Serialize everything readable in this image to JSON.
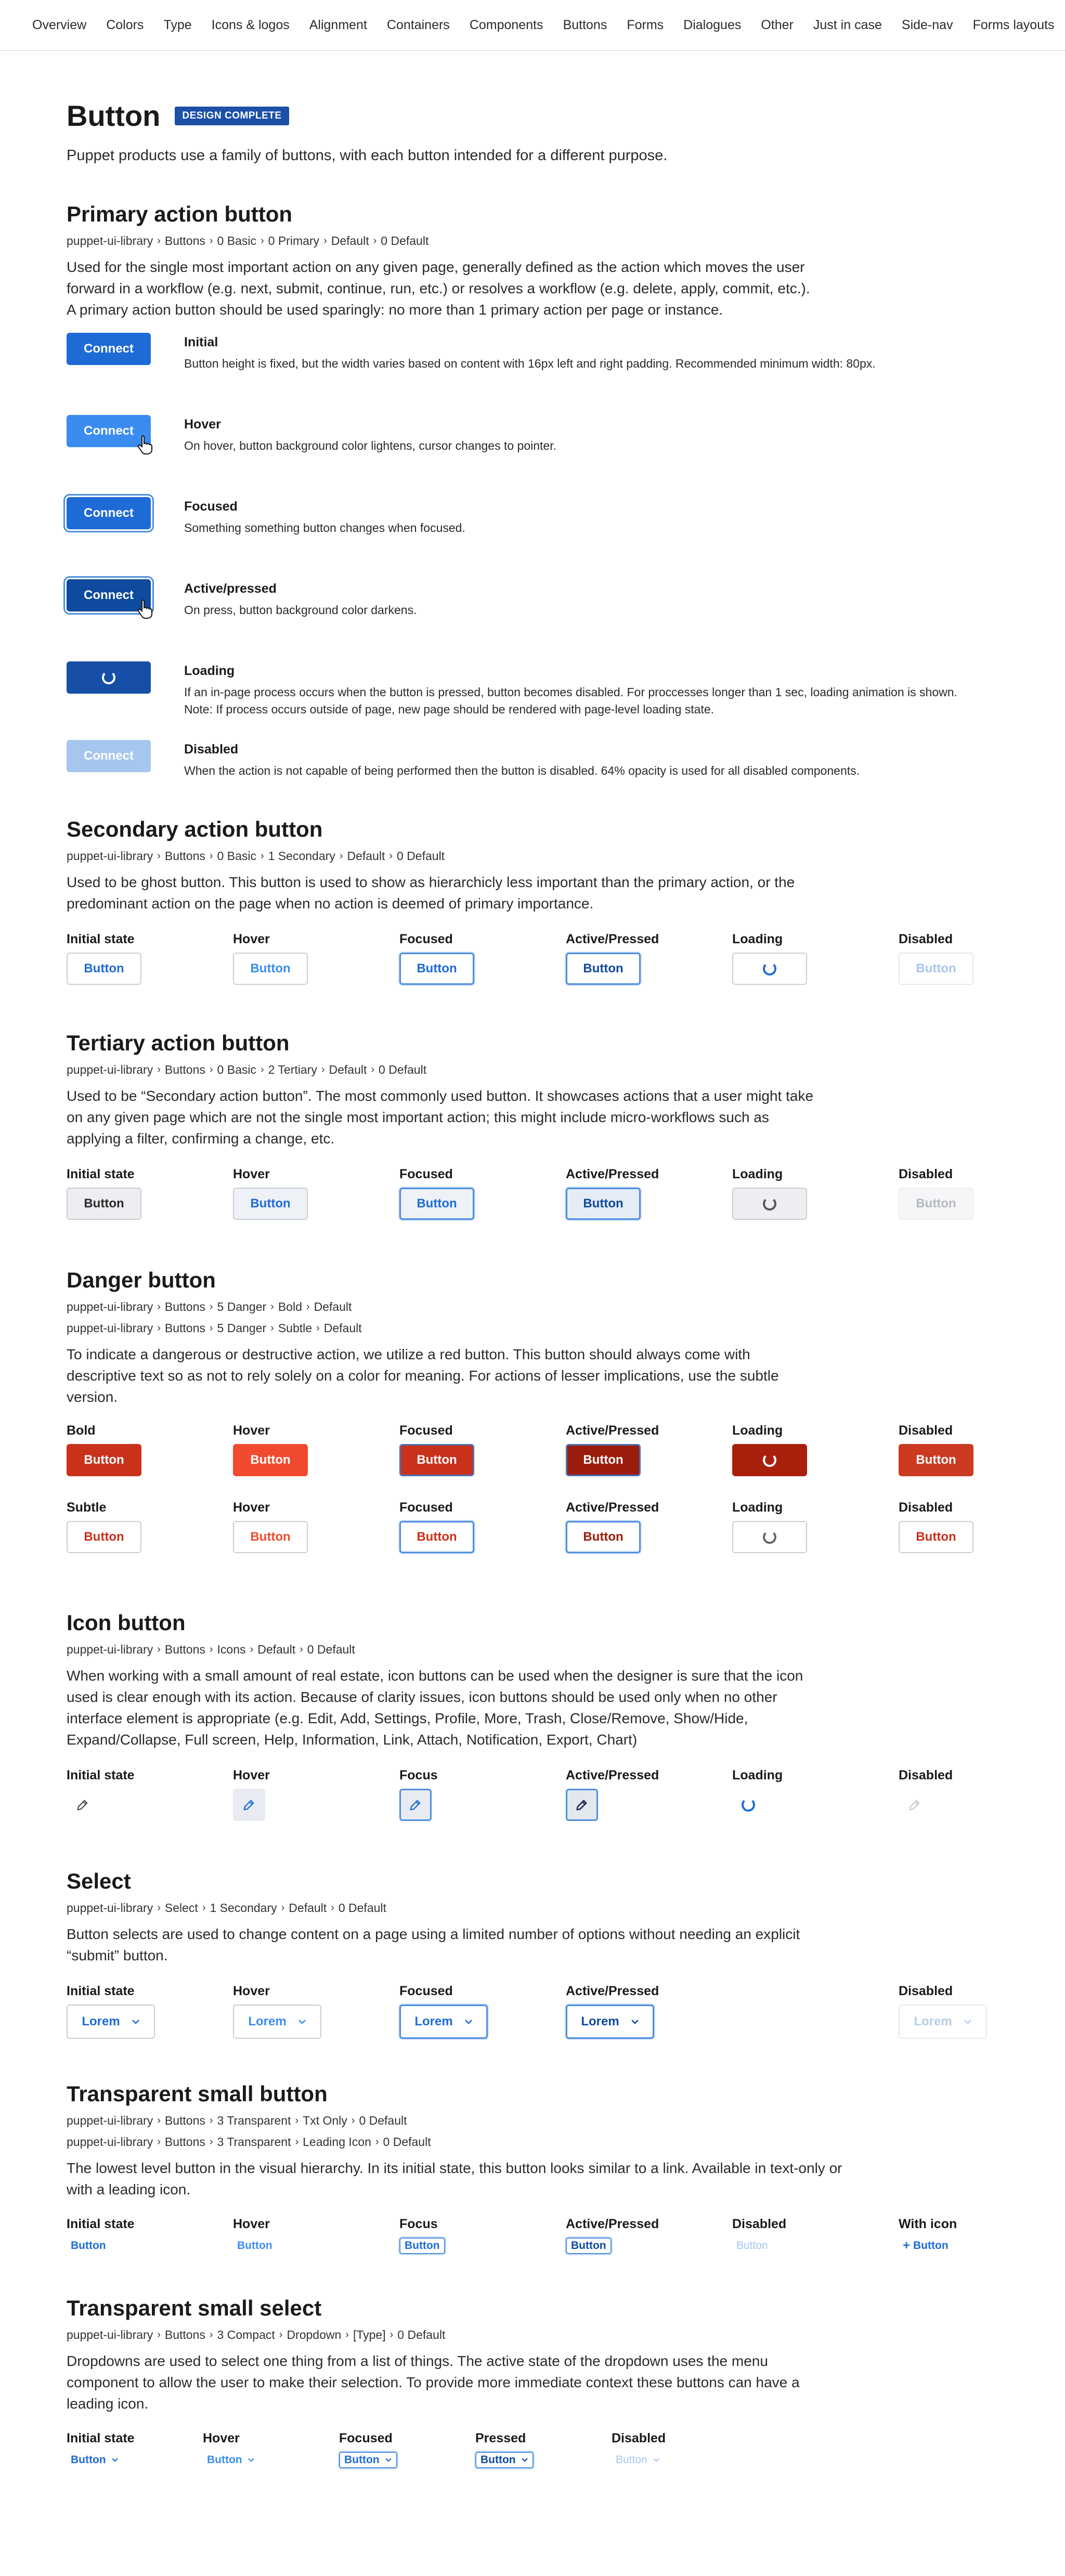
{
  "nav": {
    "items": [
      "Overview",
      "Colors",
      "Type",
      "Icons & logos",
      "Alignment",
      "Containers",
      "Components",
      "Buttons",
      "Forms",
      "Dialogues",
      "Other",
      "Just in case",
      "Side-nav",
      "Forms layouts"
    ]
  },
  "header": {
    "title": "Button",
    "badge": "DESIGN COMPLETE",
    "lead": "Puppet products use a family of buttons, with each button intended for a different purpose."
  },
  "colors": {
    "primary": "#1e6bd6",
    "primary_hover": "#3a8cf0",
    "primary_active": "#0e4a9e",
    "danger": "#c9311b",
    "danger_hover": "#f24a2f",
    "danger_active": "#9b1c0c",
    "focus_ring": "#4d8fe0"
  },
  "primary": {
    "title": "Primary action button",
    "crumb": [
      "puppet-ui-library",
      "Buttons",
      "0 Basic",
      "0 Primary",
      "Default",
      "0 Default"
    ],
    "desc": "Used for the single most important action on any given page, generally defined as the action which moves the user forward in a workflow (e.g. next, submit, continue, run, etc.) or resolves a workflow (e.g. delete, apply, commit, etc.). A primary action button should be used sparingly: no more than 1 primary action per page or instance.",
    "button_label": "Connect",
    "rows": [
      {
        "state": "Initial",
        "desc": "Button height is fixed, but the width varies based on content with 16px left and right padding. Recommended minimum width: 80px."
      },
      {
        "state": "Hover",
        "desc": "On hover, button background color lightens, cursor changes to pointer."
      },
      {
        "state": "Focused",
        "desc": "Something something button changes when focused."
      },
      {
        "state": "Active/pressed",
        "desc": "On press, button background color darkens."
      },
      {
        "state": "Loading",
        "desc": "If an in-page process occurs when the button is pressed, button becomes disabled. For proccesses longer than 1 sec, loading animation is shown. Note: If process occurs outside of page, new page should be rendered with page-level loading state."
      },
      {
        "state": "Disabled",
        "desc": "When the action is not capable of being performed then the button is disabled. 64% opacity is used for all disabled components."
      }
    ]
  },
  "secondary": {
    "title": "Secondary action button",
    "crumb": [
      "puppet-ui-library",
      "Buttons",
      "0 Basic",
      "1 Secondary",
      "Default",
      "0 Default"
    ],
    "desc": "Used to be ghost button. This button is used to show as hierarchicly less important than the primary action, or the predominant action on the page when no action is deemed of primary importance.",
    "states": [
      "Initial state",
      "Hover",
      "Focused",
      "Active/Pressed",
      "Loading",
      "Disabled"
    ],
    "button_label": "Button"
  },
  "tertiary": {
    "title": "Tertiary action button",
    "crumb": [
      "puppet-ui-library",
      "Buttons",
      "0 Basic",
      "2 Tertiary",
      "Default",
      "0 Default"
    ],
    "desc": "Used to be “Secondary action button”. The most commonly used button. It showcases actions that a user might take on any given page which are not the single most important action; this might include micro-workflows such as applying a filter, confirming a change, etc.",
    "states": [
      "Initial state",
      "Hover",
      "Focused",
      "Active/Pressed",
      "Loading",
      "Disabled"
    ],
    "button_label": "Button"
  },
  "danger": {
    "title": "Danger button",
    "crumb1": [
      "puppet-ui-library",
      "Buttons",
      "5 Danger",
      "Bold",
      "Default"
    ],
    "crumb2": [
      "puppet-ui-library",
      "Buttons",
      "5 Danger",
      "Subtle",
      "Default"
    ],
    "desc": "To indicate a dangerous or destructive action, we utilize a red button. This button should always come with descriptive text so as not to rely solely on a color for meaning. For actions of lesser implications, use the subtle version.",
    "bold_states": [
      "Bold",
      "Hover",
      "Focused",
      "Active/Pressed",
      "Loading",
      "Disabled"
    ],
    "subtle_states": [
      "Subtle",
      "Hover",
      "Focused",
      "Active/Pressed",
      "Loading",
      "Disabled"
    ],
    "button_label": "Button"
  },
  "icon": {
    "title": "Icon button",
    "crumb": [
      "puppet-ui-library",
      "Buttons",
      "Icons",
      "Default",
      "0 Default"
    ],
    "desc": "When working with a small amount of real estate, icon buttons can be used when the designer is sure that the icon used is clear enough with its action. Because of clarity issues, icon buttons should be used only when no other interface element is appropriate (e.g. Edit, Add, Settings, Profile, More, Trash, Close/Remove, Show/Hide, Expand/Collapse, Full screen, Help, Information, Link, Attach, Notification, Export, Chart)",
    "states": [
      "Initial state",
      "Hover",
      "Focus",
      "Active/Pressed",
      "Loading",
      "Disabled"
    ],
    "icon": "pencil-icon"
  },
  "select": {
    "title": "Select",
    "crumb": [
      "puppet-ui-library",
      "Select",
      "1 Secondary",
      "Default",
      "0 Default"
    ],
    "desc": "Button selects are used to change content on a page using a limited number of options without needing an explicit “submit” button.",
    "states": [
      "Initial state",
      "Hover",
      "Focused",
      "Active/Pressed",
      "",
      "Disabled"
    ],
    "value": "Lorem"
  },
  "transparent": {
    "title": "Transparent small button",
    "crumb1": [
      "puppet-ui-library",
      "Buttons",
      "3 Transparent",
      "Txt Only",
      "0 Default"
    ],
    "crumb2": [
      "puppet-ui-library",
      "Buttons",
      "3 Transparent",
      "Leading Icon",
      "0 Default"
    ],
    "desc": "The lowest level button in the visual hierarchy. In its initial state, this button looks similar to a link. Available in text-only or with a leading icon.",
    "states": [
      "Initial state",
      "Hover",
      "Focus",
      "Active/Pressed",
      "Disabled",
      "With icon"
    ],
    "button_label": "Button"
  },
  "tselect": {
    "title": "Transparent small select",
    "crumb": [
      "puppet-ui-library",
      "Buttons",
      "3 Compact",
      "Dropdown",
      "[Type]",
      "0 Default"
    ],
    "desc": "Dropdowns are used to select one thing from a list of things. The active state of the dropdown uses the menu component to allow the user to make their selection. To provide more immediate context these buttons can have a leading icon.",
    "states": [
      "Initial state",
      "Hover",
      "Focused",
      "Pressed",
      "Disabled"
    ],
    "button_label": "Button"
  }
}
